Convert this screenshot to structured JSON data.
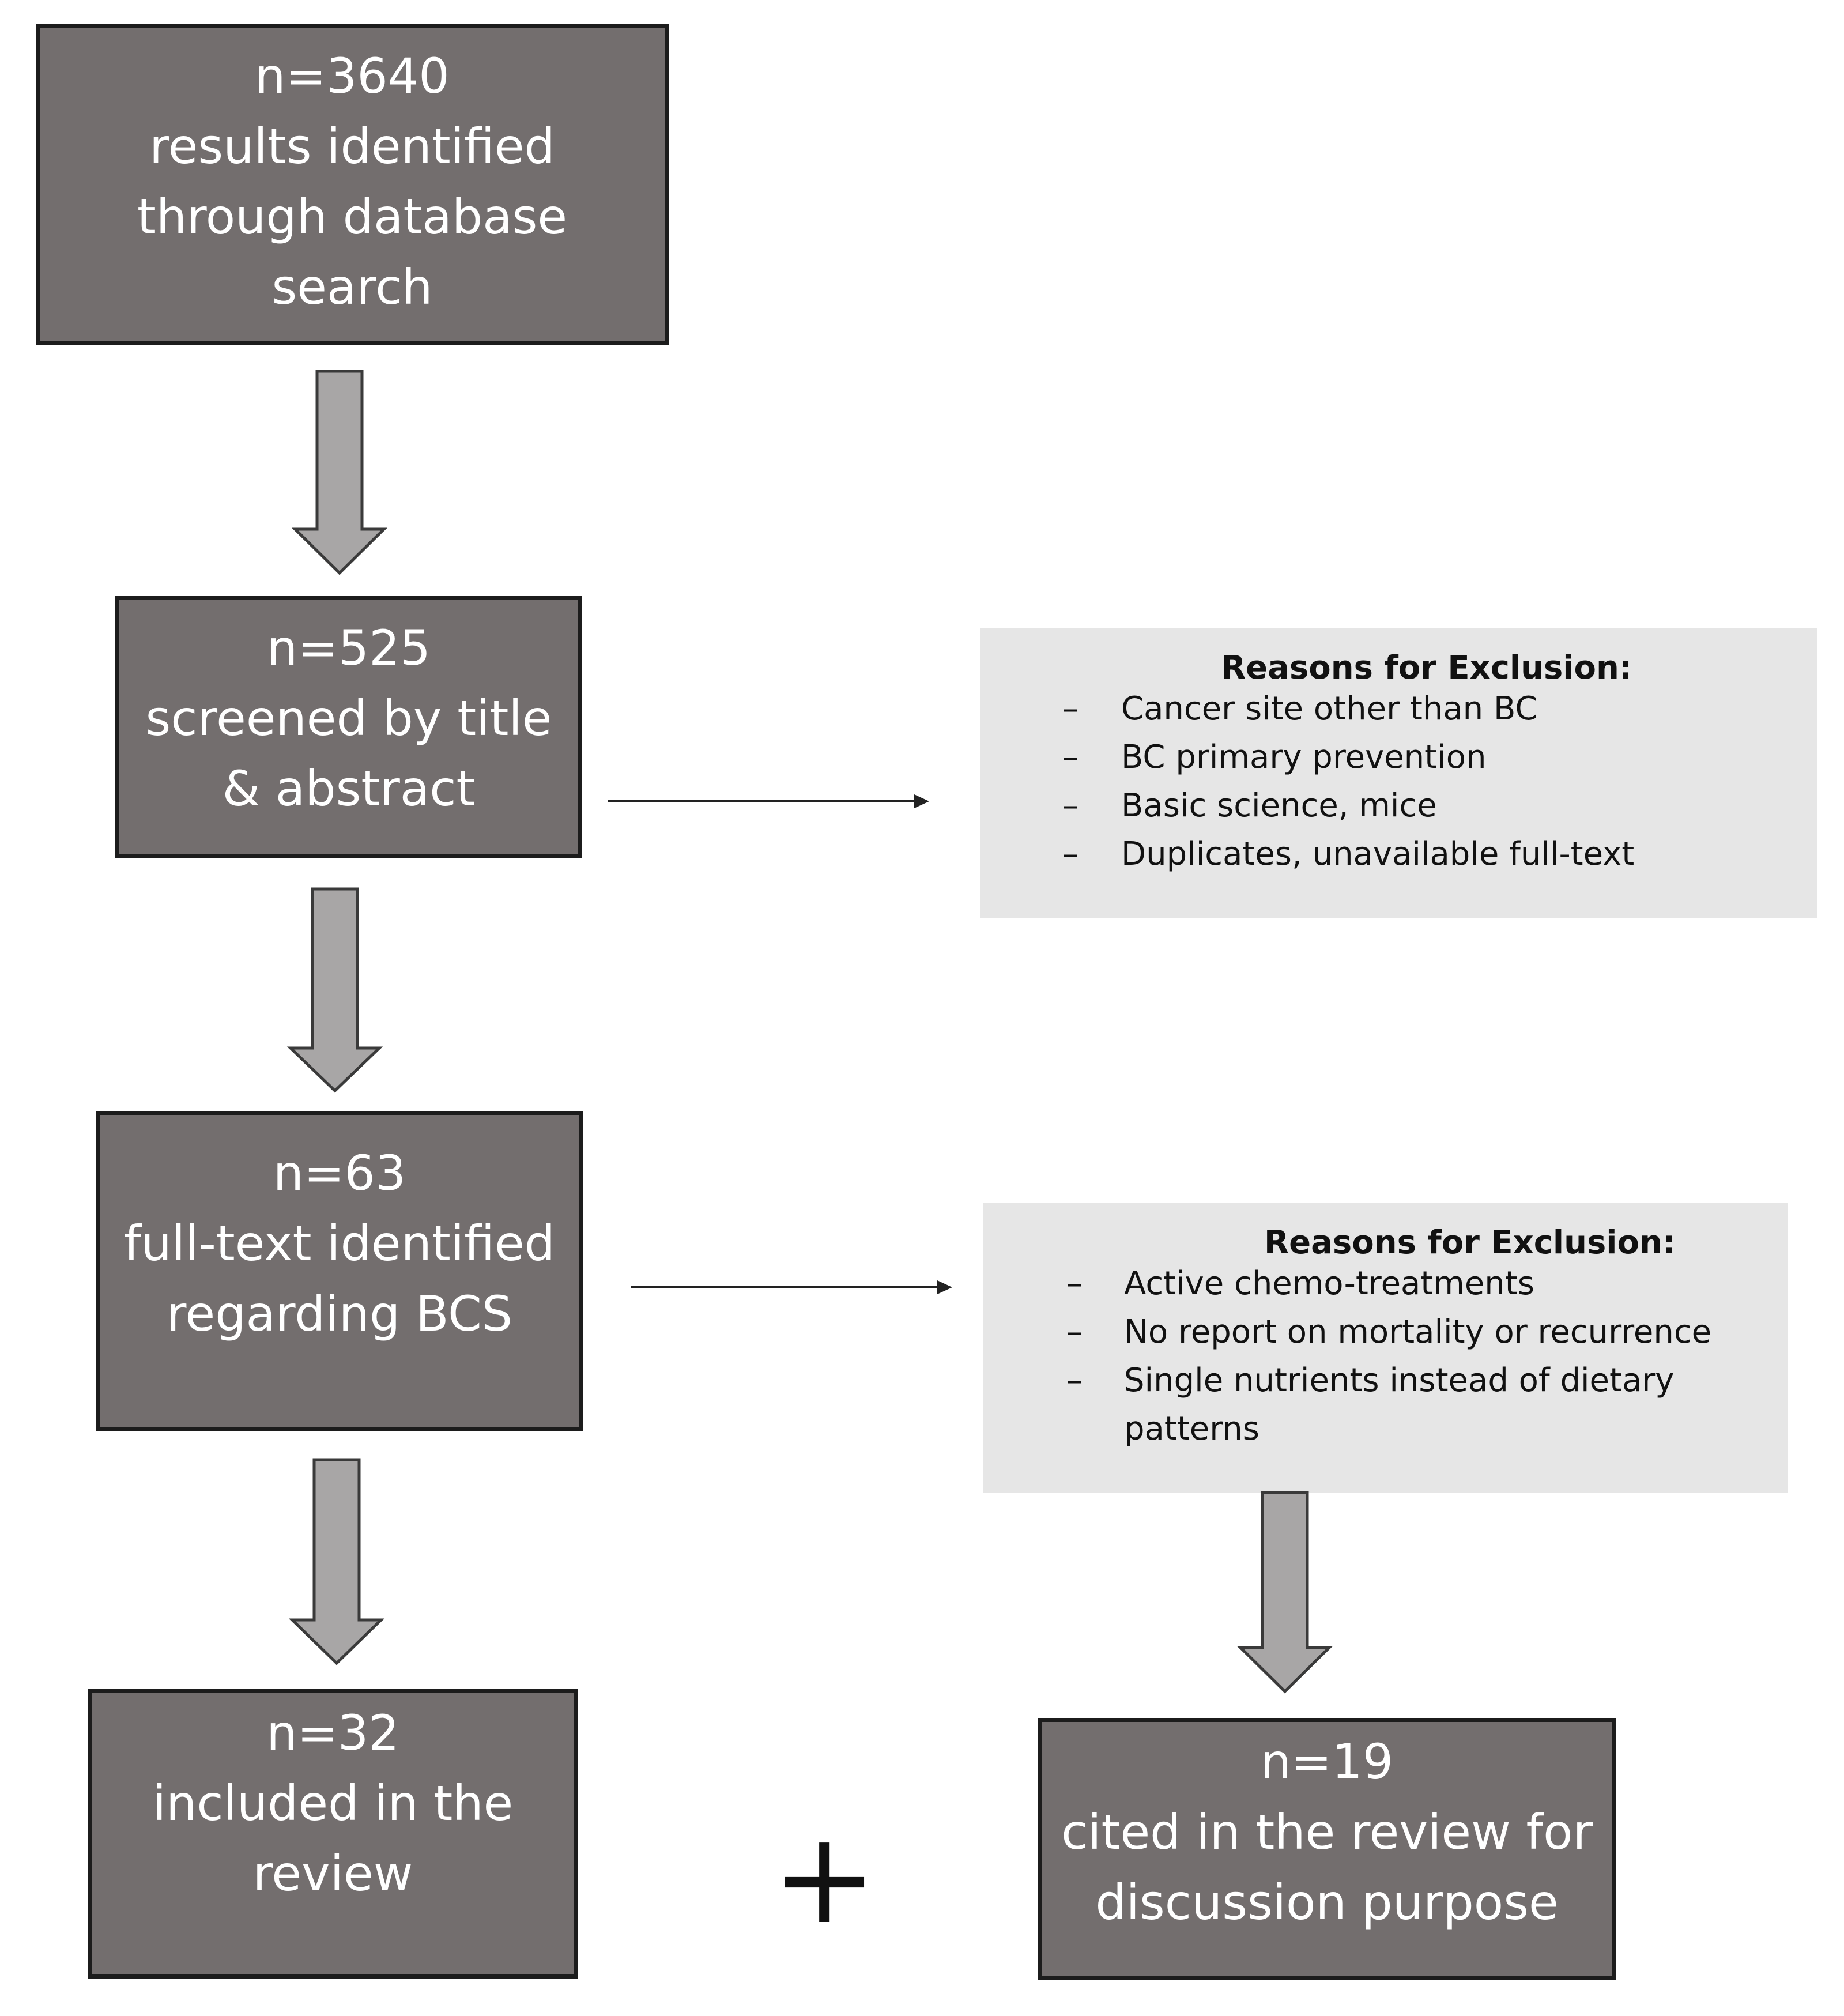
{
  "boxes": {
    "search": {
      "lines": [
        "n=3640",
        "results identified",
        "through database",
        "search"
      ]
    },
    "screened": {
      "lines": [
        "n=525",
        "screened by title",
        "& abstract"
      ]
    },
    "fulltext": {
      "lines": [
        "n=63",
        "full-text identified",
        "regarding BCS"
      ]
    },
    "included": {
      "lines": [
        "n=32",
        "included in the",
        "review"
      ]
    },
    "cited": {
      "lines": [
        "n=19",
        "cited in the review for",
        "discussion purpose"
      ]
    }
  },
  "exclusion_1": {
    "title": "Reasons for Exclusion:",
    "bullet": "–",
    "items": [
      "Cancer site other than BC",
      "BC primary prevention",
      "Basic science, mice",
      "Duplicates, unavailable full-text"
    ]
  },
  "exclusion_2": {
    "title": "Reasons for Exclusion:",
    "bullet": "–",
    "items": [
      "Active chemo-treatments",
      "No report on mortality or recurrence",
      "Single nutrients instead of dietary",
      "patterns"
    ]
  },
  "plus_sign": "+",
  "colors": {
    "box_fill": "#736e6e",
    "box_border": "#1c1c1c",
    "arrow_fill": "#a8a6a6",
    "panel_fill": "#e6e6e6"
  }
}
